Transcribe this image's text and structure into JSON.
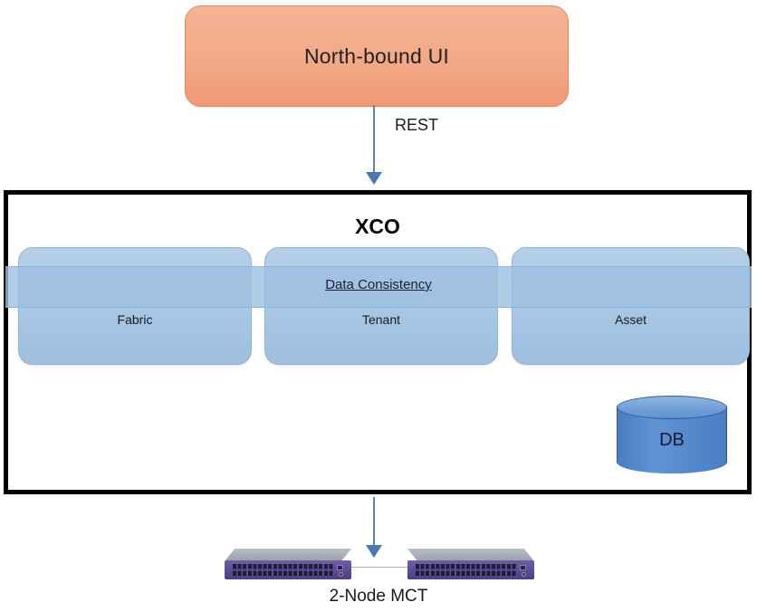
{
  "diagram": {
    "northbound": {
      "label": "North-bound UI",
      "fill_color": "#f3ab8a"
    },
    "rest_arrow": {
      "label": "REST",
      "color": "#5b84b8"
    },
    "xco": {
      "title": "XCO",
      "border_color": "#000000",
      "modules": [
        {
          "label": "Fabric"
        },
        {
          "label": "Tenant"
        },
        {
          "label": "Asset"
        }
      ],
      "band": {
        "label": "Data Consistency",
        "fill_color": "#9dbfe0"
      },
      "database": {
        "label": "DB",
        "fill_color": "#4a7ec4"
      }
    },
    "fabric_nodes": {
      "label": "2-Node MCT",
      "switch_count": 2,
      "chassis_color": "#5c4d96"
    }
  }
}
